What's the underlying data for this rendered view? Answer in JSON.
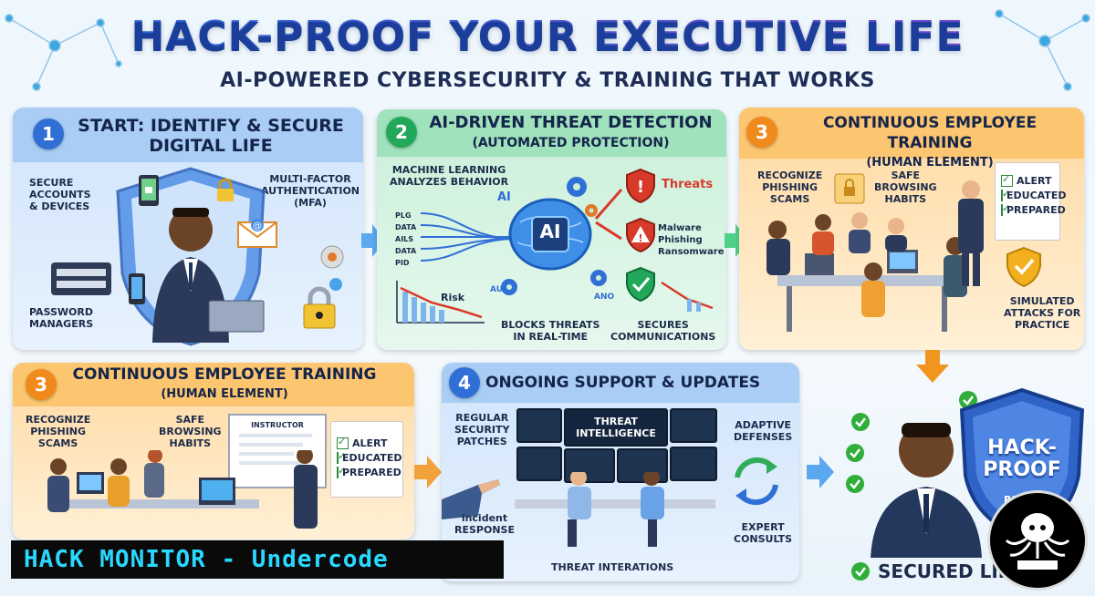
{
  "header": {
    "title": "HACK-PROOF YOUR EXECUTIVE LIFE",
    "subtitle": "AI-POWERED CYBERSECURITY & TRAINING THAT WORKS"
  },
  "panel1": {
    "number": "1",
    "title_line1": "START: IDENTIFY & SECURE",
    "title_line2": "DIGITAL LIFE",
    "secure_accounts": "SECURE\nACCOUNTS\n& DEVICES",
    "mfa": "MULTI-FACTOR\nAUTHENTICATION\n(MFA)",
    "password_managers": "PASSWORD\nMANAGERS"
  },
  "panel2": {
    "number": "2",
    "title_line1": "AI-DRIVEN THREAT DETECTION",
    "title_line2": "(AUTOMATED PROTECTION)",
    "ml": "MACHINE LEARNING\nANALYZES BEHAVIOR",
    "ai_chip": "AI",
    "ai_small": "AI",
    "auto": "AUTO",
    "ano": "ANO",
    "data_labels": [
      "PLG",
      "DATA",
      "AILS",
      "DATA",
      "PID"
    ],
    "threats": "Threats",
    "malware": "Malware\nPhishing\nRansomware",
    "risk": "Risk",
    "blocks": "BLOCKS THREATS\nIN REAL-TIME",
    "secures": "SECURES\nCOMMUNICATIONS"
  },
  "panel3": {
    "number": "3",
    "title_line1": "CONTINUOUS EMPLOYEE TRAINING",
    "title_line2": "(HUMAN ELEMENT)",
    "recognize": "RECOGNIZE\nPHISHING\nSCAMS",
    "safe": "SAFE\nBROWSING\nHABITS",
    "checklist": [
      "ALERT",
      "EDUCATED",
      "PREPARED"
    ],
    "simulated": "SIMULATED\nATTACKS FOR\nPRACTICE"
  },
  "panel3b": {
    "number": "3",
    "title_line1": "CONTINUOUS EMPLOYEE TRAINING",
    "title_line2": "(HUMAN ELEMENT)",
    "recognize": "RECOGNIZE\nPHISHING\nSCAMS",
    "safe": "SAFE\nBROWSING\nHABITS",
    "instructor": "INSTRUCTOR",
    "checklist": [
      "ALERT",
      "EDUCATED",
      "PREPARED"
    ]
  },
  "panel4": {
    "number": "4",
    "title": "ONGOING SUPPORT & UPDATES",
    "patches": "REGULAR\nSECURITY\nPATCHES",
    "intel": "THREAT\nINTELLIGENCE",
    "adaptive": "ADAPTIVE\nDEFENSES",
    "incident": "incident\nRESPONSE",
    "expert": "EXPERT\nCONSULTS",
    "interations": "THREAT INTERATIONS"
  },
  "final": {
    "shield_text": "HACK-\nPROOF",
    "shield_small": "RE",
    "secured": "SECURED LIF"
  },
  "watermark": {
    "text": "HACK MONITOR - Undercode"
  },
  "colors": {
    "blue": "#3b6fd6",
    "green": "#22a85a",
    "orange": "#f08a1c"
  }
}
